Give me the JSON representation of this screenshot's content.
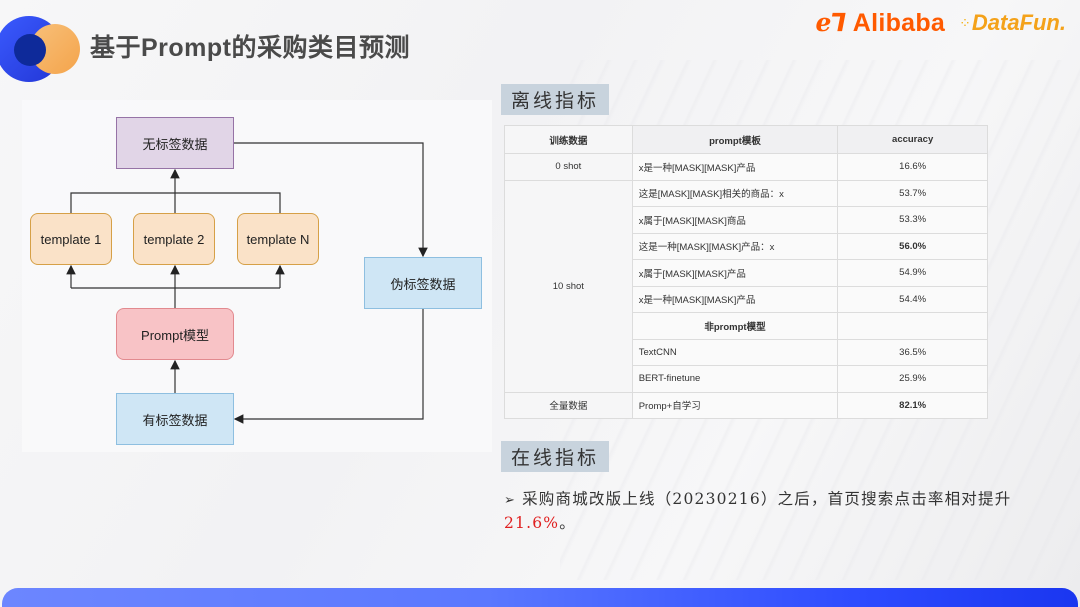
{
  "header": {
    "title": "基于Prompt的采购类目预测",
    "brand": {
      "alibaba_symbol": "ℯ⅂",
      "alibaba_text": "Alibaba",
      "datafun_text": "DataFun."
    }
  },
  "diagram": {
    "nodes": {
      "unlabeled_data": "无标签数据",
      "template_1": "template 1",
      "template_2": "template 2",
      "template_n": "template N",
      "prompt_model": "Prompt模型",
      "labeled_data": "有标签数据",
      "pseudo_label_data": "伪标签数据"
    },
    "colors": {
      "unlabeled_fill": "#e1d5e7",
      "template_fill": "#fae2c8",
      "prompt_fill": "#f8c3c6",
      "labeled_fill": "#cfe6f5"
    }
  },
  "offline": {
    "tag": "离线指标",
    "table": {
      "headers": [
        "训练数据",
        "prompt模板",
        "accuracy"
      ],
      "rows": [
        {
          "data": "0 shot",
          "template": "x是一种[MASK][MASK]产品",
          "accuracy": "16.6%"
        },
        {
          "data": "10 shot",
          "template": "这是[MASK][MASK]相关的商品：x",
          "accuracy": "53.7%"
        },
        {
          "template": "x属于[MASK][MASK]商品",
          "accuracy": "53.3%"
        },
        {
          "template": "这是一种[MASK][MASK]产品：x",
          "accuracy": "56.0%"
        },
        {
          "template": "x属于[MASK][MASK]产品",
          "accuracy": "54.9%"
        },
        {
          "template": "x是一种[MASK][MASK]产品",
          "accuracy": "54.4%"
        },
        {
          "template": "非prompt模型",
          "accuracy": ""
        },
        {
          "template": "TextCNN",
          "accuracy": "36.5%"
        },
        {
          "template": "BERT-finetune",
          "accuracy": "25.9%"
        },
        {
          "data": "全量数据",
          "template": "Promp+自学习",
          "accuracy": "82.1%"
        }
      ]
    }
  },
  "online": {
    "tag": "在线指标",
    "bullet_marker": "➢",
    "bullet_text": "采购商城改版上线（20230216）之后，首页搜索点击率相对提升",
    "highlight": "21.6%",
    "suffix": "。",
    "highlight_color": "#e02020"
  }
}
